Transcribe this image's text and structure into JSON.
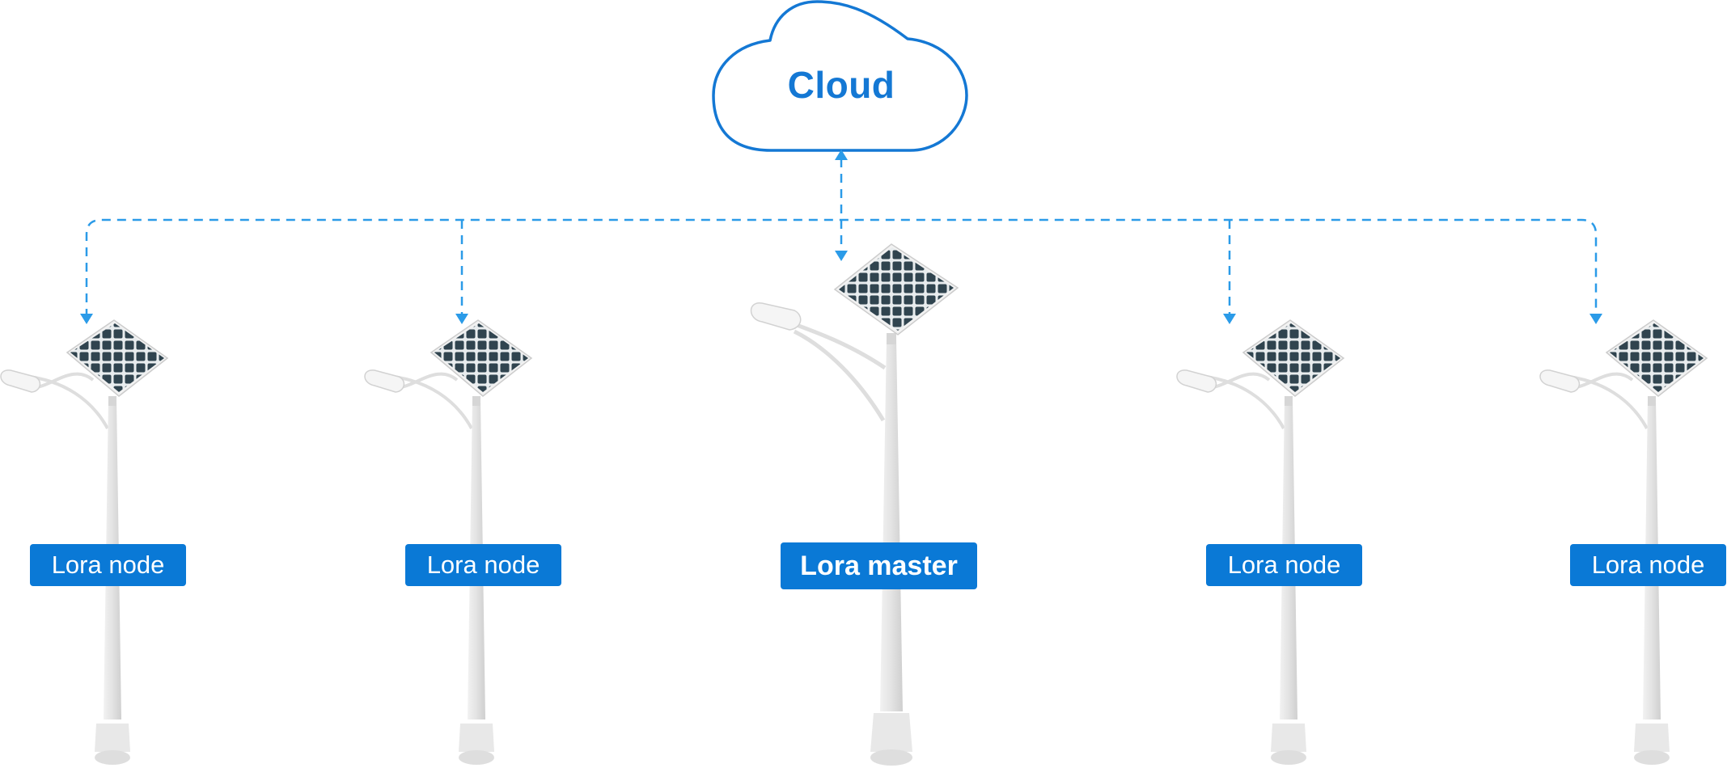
{
  "cloud": {
    "label": "Cloud"
  },
  "colors": {
    "accent": "#1478d4",
    "badge_bg": "#0a79d6",
    "connector": "#2b9be8",
    "panel": "#2f4652",
    "pole": "#e6e6e6"
  },
  "nodes": [
    {
      "label": "Lora node",
      "role": "node"
    },
    {
      "label": "Lora node",
      "role": "node"
    },
    {
      "label": "Lora master",
      "role": "master"
    },
    {
      "label": "Lora node",
      "role": "node"
    },
    {
      "label": "Lora node",
      "role": "node"
    }
  ],
  "links": [
    {
      "from": "cloud",
      "to": "Lora master",
      "direction": "bidirectional"
    },
    {
      "from": "cloud",
      "to": "Lora node",
      "direction": "one-way"
    }
  ]
}
